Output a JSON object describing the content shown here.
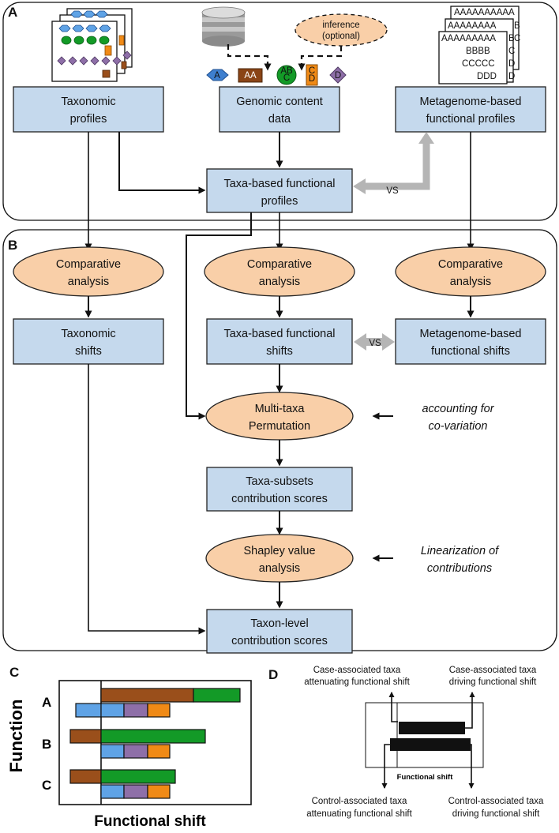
{
  "panels": {
    "a": "A",
    "b": "B",
    "c": "C",
    "d": "D"
  },
  "panelA": {
    "taxonomic_profiles": [
      "Taxonomic",
      "profiles"
    ],
    "genomic_content": [
      "Genomic content",
      "data"
    ],
    "metagenome_profiles": [
      "Metagenome-based",
      "functional profiles"
    ],
    "taxa_functional_profiles": [
      "Taxa-based functional",
      "profiles"
    ],
    "inference": [
      "inference",
      "(optional)"
    ],
    "vs": "VS",
    "gene_labels": [
      "A",
      "AA",
      "AB",
      "C",
      "C",
      "D",
      "D"
    ],
    "seq_lines": [
      "AAAAAAAAAA",
      "AAAAAAAA",
      "AAAAAAAAA",
      "BBBB",
      "CCCCC",
      "DDD"
    ],
    "seq_edge": [
      "B",
      "C",
      "B",
      "C",
      "D",
      "D"
    ]
  },
  "panelB": {
    "comparative": [
      "Comparative",
      "analysis"
    ],
    "taxonomic_shifts": [
      "Taxonomic",
      "shifts"
    ],
    "taxa_functional_shifts": [
      "Taxa-based functional",
      "shifts"
    ],
    "metagenome_shifts": [
      "Metagenome-based",
      "functional shifts"
    ],
    "vs": "VS",
    "permutation": [
      "Multi-taxa",
      "Permutation"
    ],
    "covariation_note": [
      "accounting for",
      "co-variation"
    ],
    "subset_scores": [
      "Taxa-subsets",
      "contribution scores"
    ],
    "shapley": [
      "Shapley value",
      "analysis"
    ],
    "linearization_note": [
      "Linearization of",
      "contributions"
    ],
    "taxon_scores": [
      "Taxon-level",
      "contribution scores"
    ]
  },
  "panelC": {
    "ylabel": "Function",
    "xlabel": "Functional shift",
    "functions": [
      "A",
      "B",
      "C"
    ]
  },
  "panelD": {
    "case_attenuating": [
      "Case-associated taxa",
      "attenuating functional shift"
    ],
    "case_driving": [
      "Case-associated taxa",
      "driving functional shift"
    ],
    "control_attenuating": [
      "Control-associated taxa",
      "attenuating functional shift"
    ],
    "control_driving": [
      "Control-associated taxa",
      "driving functional shift"
    ],
    "axis_label": "Functional shift"
  },
  "colors": {
    "box": "#c5d9ed",
    "ellipse": "#f9cfa8",
    "brown": "#9a4f1b",
    "green": "#139a27",
    "blue": "#5fa3e6",
    "purple": "#8e6fa8",
    "orange": "#f08a16",
    "gray": "#b5b5b5"
  }
}
